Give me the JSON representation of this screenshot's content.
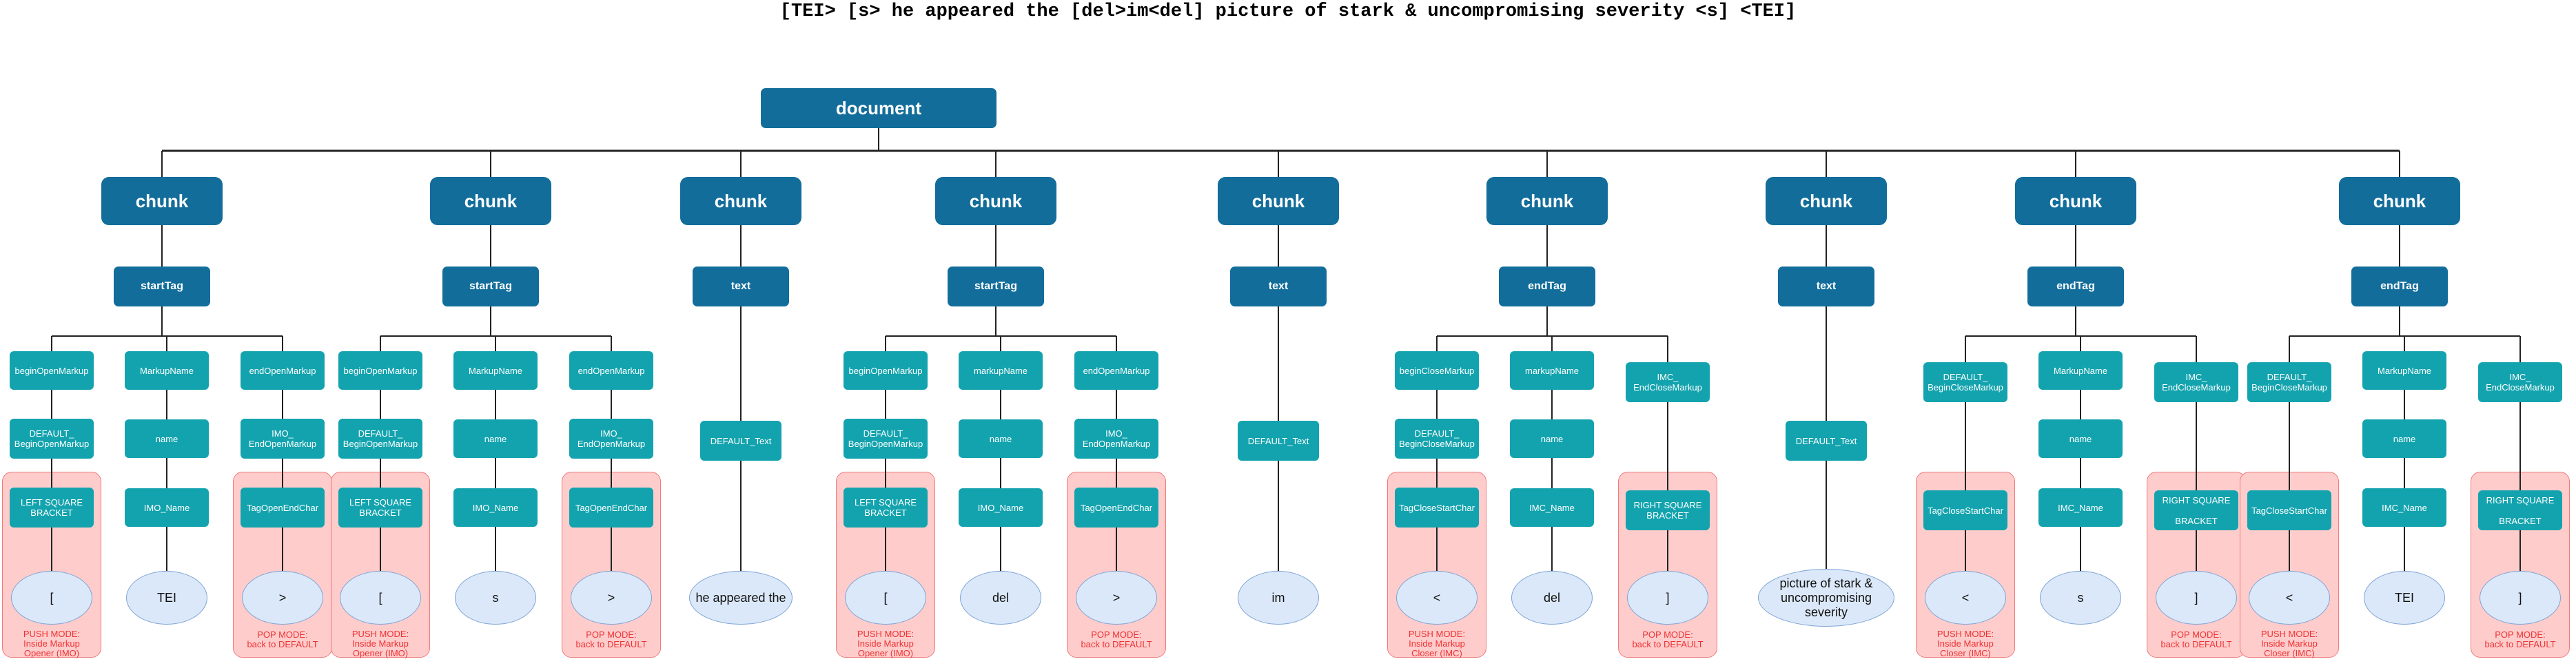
{
  "title": "[TEI> [s> he appeared the [del>im<del] picture of stark & uncompromising severity <s] <TEI]",
  "colors": {
    "dark_node": "#126d9b",
    "teal_node": "#13a3ae",
    "leaf_fill": "#dbe8f9",
    "leaf_border": "#7ea4d5",
    "mode_box_fill": "#ffcccc",
    "mode_note_text": "#e33333"
  },
  "tree": {
    "root": "document",
    "chunks": [
      {
        "label": "chunk",
        "child": "startTag",
        "branches": [
          {
            "path": [
              "beginOpenMarkup",
              "DEFAULT_\nBeginOpenMarkup",
              "LEFT SQUARE\nBRACKET"
            ],
            "leaf": "[",
            "note": "PUSH MODE:\nInside Markup\nOpener (IMO)"
          },
          {
            "path": [
              "MarkupName",
              "name",
              "IMO_Name"
            ],
            "leaf": "TEI"
          },
          {
            "path": [
              "endOpenMarkup",
              "IMO_\nEndOpenMarkup",
              "TagOpenEndChar"
            ],
            "leaf": ">",
            "note": "POP MODE:\nback to DEFAULT"
          }
        ]
      },
      {
        "label": "chunk",
        "child": "startTag",
        "branches": [
          {
            "path": [
              "beginOpenMarkup",
              "DEFAULT_\nBeginOpenMarkup",
              "LEFT SQUARE\nBRACKET"
            ],
            "leaf": "[",
            "note": "PUSH MODE:\nInside Markup\nOpener (IMO)"
          },
          {
            "path": [
              "MarkupName",
              "name",
              "IMO_Name"
            ],
            "leaf": "s"
          },
          {
            "path": [
              "endOpenMarkup",
              "IMO_\nEndOpenMarkup",
              "TagOpenEndChar"
            ],
            "leaf": ">",
            "note": "POP MODE:\nback to DEFAULT"
          }
        ]
      },
      {
        "label": "chunk",
        "child": "text",
        "branches": [
          {
            "path": [
              "DEFAULT_Text"
            ],
            "leaf": "he appeared the"
          }
        ]
      },
      {
        "label": "chunk",
        "child": "startTag",
        "branches": [
          {
            "path": [
              "beginOpenMarkup",
              "DEFAULT_\nBeginOpenMarkup",
              "LEFT SQUARE\nBRACKET"
            ],
            "leaf": "[",
            "note": "PUSH MODE:\nInside Markup\nOpener (IMO)"
          },
          {
            "path": [
              "markupName",
              "name",
              "IMO_Name"
            ],
            "leaf": "del"
          },
          {
            "path": [
              "endOpenMarkup",
              "IMO_\nEndOpenMarkup",
              "TagOpenEndChar"
            ],
            "leaf": ">",
            "note": "POP MODE:\nback to DEFAULT"
          }
        ]
      },
      {
        "label": "chunk",
        "child": "text",
        "branches": [
          {
            "path": [
              "DEFAULT_Text"
            ],
            "leaf": "im"
          }
        ]
      },
      {
        "label": "chunk",
        "child": "endTag",
        "branches": [
          {
            "path": [
              "beginCloseMarkup",
              "DEFAULT_\nBeginCloseMarkup",
              "TagCloseStartChar"
            ],
            "leaf": "<",
            "note": "PUSH MODE:\nInside Markup\nCloser (IMC)"
          },
          {
            "path": [
              "markupName",
              "name",
              "IMC_Name"
            ],
            "leaf": "del"
          },
          {
            "path": [
              "IMC_\nEndCloseMarkup",
              "RIGHT SQUARE\nBRACKET"
            ],
            "leaf": "]",
            "note": "POP MODE:\nback to DEFAULT"
          }
        ]
      },
      {
        "label": "chunk",
        "child": "text",
        "branches": [
          {
            "path": [
              "DEFAULT_Text"
            ],
            "leaf": "picture of stark &\nuncompromising severity"
          }
        ]
      },
      {
        "label": "chunk",
        "child": "endTag",
        "branches": [
          {
            "path": [
              "DEFAULT_\nBeginCloseMarkup",
              "TagCloseStartChar"
            ],
            "leaf": "<",
            "note": "PUSH MODE:\nInside Markup\nCloser (IMC)"
          },
          {
            "path": [
              "MarkupName",
              "name",
              "IMC_Name"
            ],
            "leaf": "s"
          },
          {
            "path": [
              "IMC_\nEndCloseMarkup",
              "RIGHT SQUARE\n\nBRACKET"
            ],
            "leaf": "]",
            "note": "POP MODE:\nback to DEFAULT"
          }
        ]
      },
      {
        "label": "chunk",
        "child": "endTag",
        "branches": [
          {
            "path": [
              "DEFAULT_\nBeginCloseMarkup",
              "TagCloseStartChar"
            ],
            "leaf": "<",
            "note": "PUSH MODE:\nInside Markup\nCloser (IMC)"
          },
          {
            "path": [
              "MarkupName",
              "name",
              "IMC_Name"
            ],
            "leaf": "TEI"
          },
          {
            "path": [
              "IMC_\nEndCloseMarkup",
              "RIGHT SQUARE\n\nBRACKET"
            ],
            "leaf": "]",
            "note": "POP MODE:\nback to DEFAULT"
          }
        ]
      }
    ]
  }
}
